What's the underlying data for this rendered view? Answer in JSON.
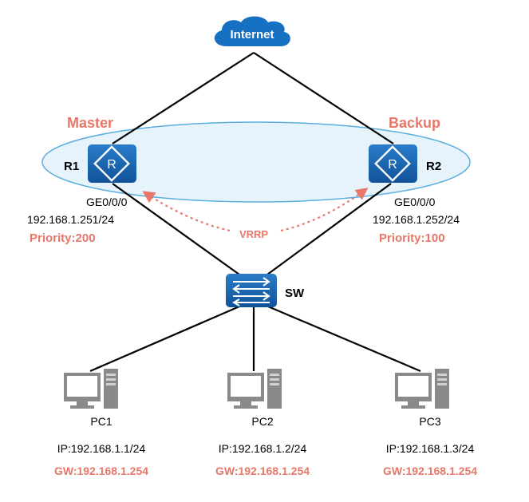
{
  "internet": {
    "label": "Internet"
  },
  "routers": {
    "r1": {
      "name": "R1",
      "role": "Master",
      "port": "GE0/0/0",
      "ip": "192.168.1.251/24",
      "priority": "Priority:200"
    },
    "r2": {
      "name": "R2",
      "role": "Backup",
      "port": "GE0/0/0",
      "ip": "192.168.1.252/24",
      "priority": "Priority:100"
    }
  },
  "vrrp": {
    "label": "VRRP"
  },
  "switch": {
    "name": "SW"
  },
  "pcs": [
    {
      "name": "PC1",
      "ip": "IP:192.168.1.1/24",
      "gw": "GW:192.168.1.254"
    },
    {
      "name": "PC2",
      "ip": "IP:192.168.1.2/24",
      "gw": "GW:192.168.1.254"
    },
    {
      "name": "PC3",
      "ip": "IP:192.168.1.3/24",
      "gw": "GW:192.168.1.254"
    }
  ],
  "colors": {
    "accent": "#e8776a",
    "device_blue": "#1a64b0",
    "cloud_blue": "#1570c2",
    "ellipse_stroke": "#5aaee0",
    "ellipse_fill": "#e6f3fb",
    "pc_gray": "#8a8a8a"
  }
}
